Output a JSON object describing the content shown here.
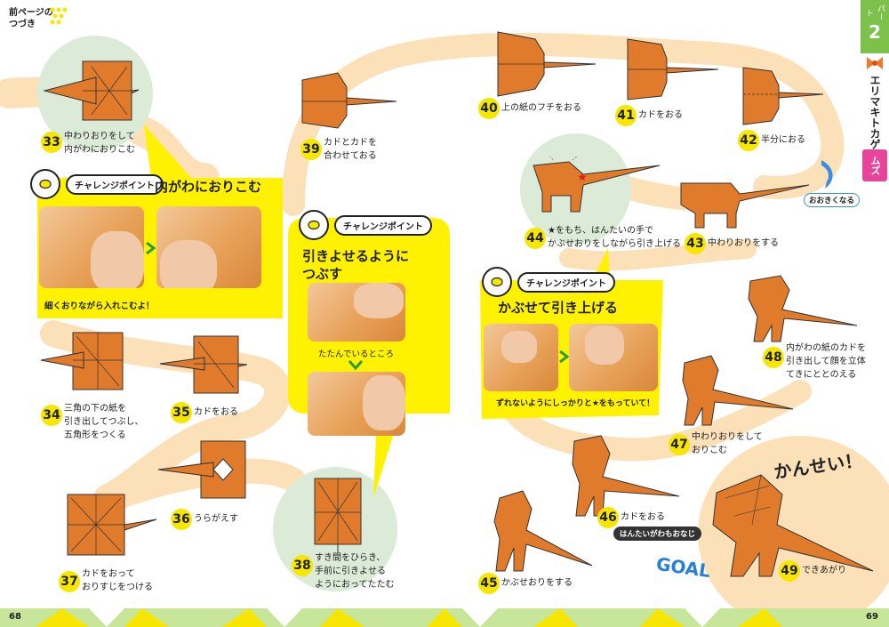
{
  "header": {
    "prev_label_line1": "前ページの",
    "prev_label_line2": "つづき"
  },
  "side_tab": {
    "part_label": "パート",
    "part_number": "2",
    "title": "エリマキトカゲ",
    "difficulty": "ムズ"
  },
  "steps": [
    {
      "num": "33",
      "caption": "中わりおりをして\n内がわにおりこむ"
    },
    {
      "num": "34",
      "caption": "三角の下の紙を\n引き出してつぶし、\n五角形をつくる"
    },
    {
      "num": "35",
      "caption": "カドをおる"
    },
    {
      "num": "36",
      "caption": "うらがえす"
    },
    {
      "num": "37",
      "caption": "カドをおって\nおりすじをつける"
    },
    {
      "num": "38",
      "caption": "すき間をひらき、\n手前に引きよせる\nようにおってたたむ"
    },
    {
      "num": "39",
      "caption": "カドとカドを\n合わせておる"
    },
    {
      "num": "40",
      "caption": "上の紙のフチをおる"
    },
    {
      "num": "41",
      "caption": "カドをおる"
    },
    {
      "num": "42",
      "caption": "半分におる"
    },
    {
      "num": "43",
      "caption": "中わりおりをする"
    },
    {
      "num": "44",
      "caption": "★をもち、はんたいの手で\nかぶせおりをしながら引き上げる"
    },
    {
      "num": "45",
      "caption": "かぶせおりをする"
    },
    {
      "num": "46",
      "caption": "カドをおる"
    },
    {
      "num": "47",
      "caption": "中わりおりをして\nおりこむ"
    },
    {
      "num": "48",
      "caption": "内がわの紙のカドを\n引き出して顔を立体\nてきにととのえる"
    },
    {
      "num": "49",
      "caption": "できあがり"
    }
  ],
  "challenge_points": [
    {
      "badge": "チャレンジポイント",
      "title": "内がわにおりこむ",
      "note": "細くおりながら入れこむよ！"
    },
    {
      "badge": "チャレンジポイント",
      "title": "引きよせるように\nつぶす",
      "note": "たたんでいるところ"
    },
    {
      "badge": "チャレンジポイント",
      "title": "かぶせて引き上げる",
      "note": "ずれないようにしっかりと★をもっていて！"
    }
  ],
  "labels": {
    "ookiku": "おおきくなる",
    "hantai": "はんたいがわもおなじ",
    "kansei": "かんせい！",
    "goal": "GOAL"
  },
  "page_numbers": {
    "left": "68",
    "right": "69"
  },
  "colors": {
    "path": "#fce0b8",
    "paper": "#e07b2c",
    "challenge": "#fff200",
    "badge": "#f6e600",
    "circle": "#dcebd8",
    "tab_green": "#7cc24a",
    "tab_pink": "#e8449a"
  }
}
